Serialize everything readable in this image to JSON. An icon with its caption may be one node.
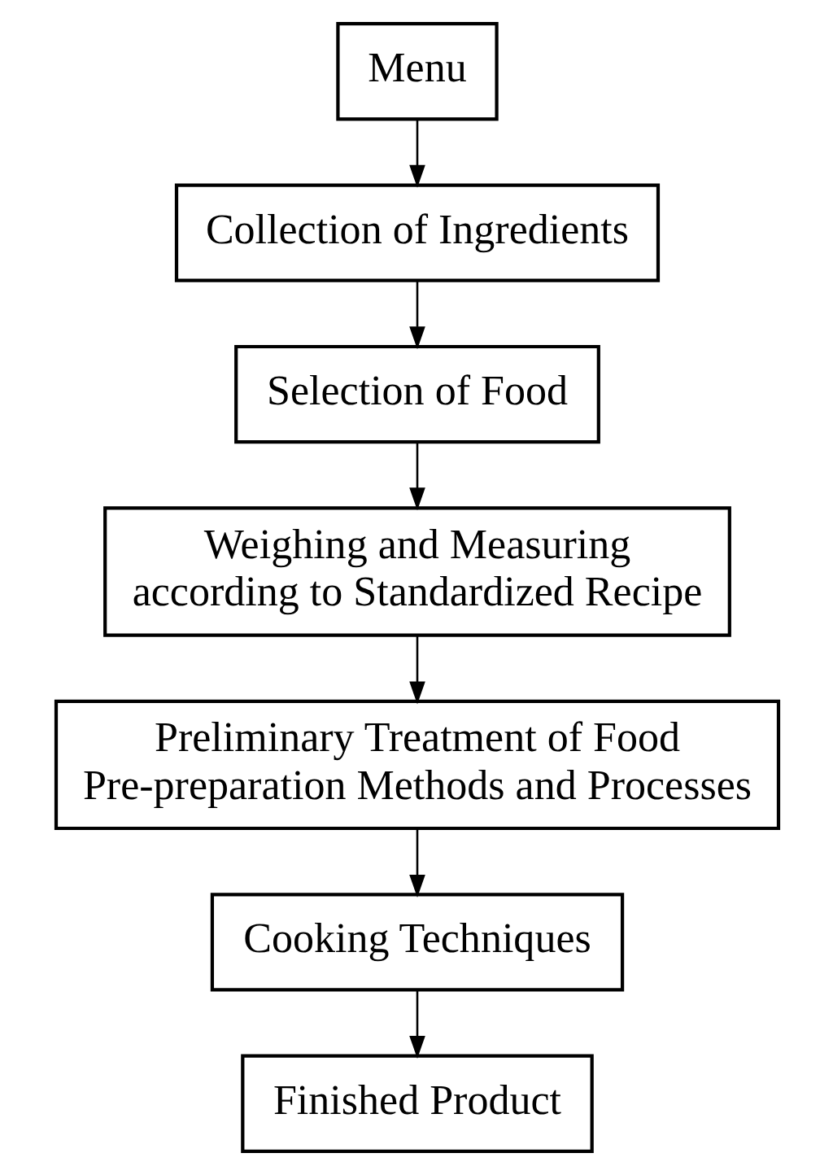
{
  "diagram": {
    "nodes": [
      {
        "text": [
          "Menu"
        ]
      },
      {
        "text": [
          "Collection of Ingredients"
        ]
      },
      {
        "text": [
          "Selection of Food"
        ]
      },
      {
        "text": [
          "Weighing and Measuring according to Standardized Recipe"
        ]
      },
      {
        "text": [
          "Preliminary Treatment of Food",
          "Pre-preparation Methods and Processes"
        ]
      },
      {
        "text": [
          "Cooking Techniques"
        ]
      },
      {
        "text": [
          "Finished Product"
        ]
      }
    ],
    "edges": [
      {
        "from": 0,
        "to": 1,
        "arrow": "to"
      },
      {
        "from": 1,
        "to": 2,
        "arrow": "to"
      },
      {
        "from": 2,
        "to": 3,
        "arrow": "to"
      },
      {
        "from": 3,
        "to": 4,
        "arrow": "to"
      },
      {
        "from": 4,
        "to": 5,
        "arrow": "to"
      },
      {
        "from": 5,
        "to": 6,
        "arrow": "to"
      }
    ]
  }
}
